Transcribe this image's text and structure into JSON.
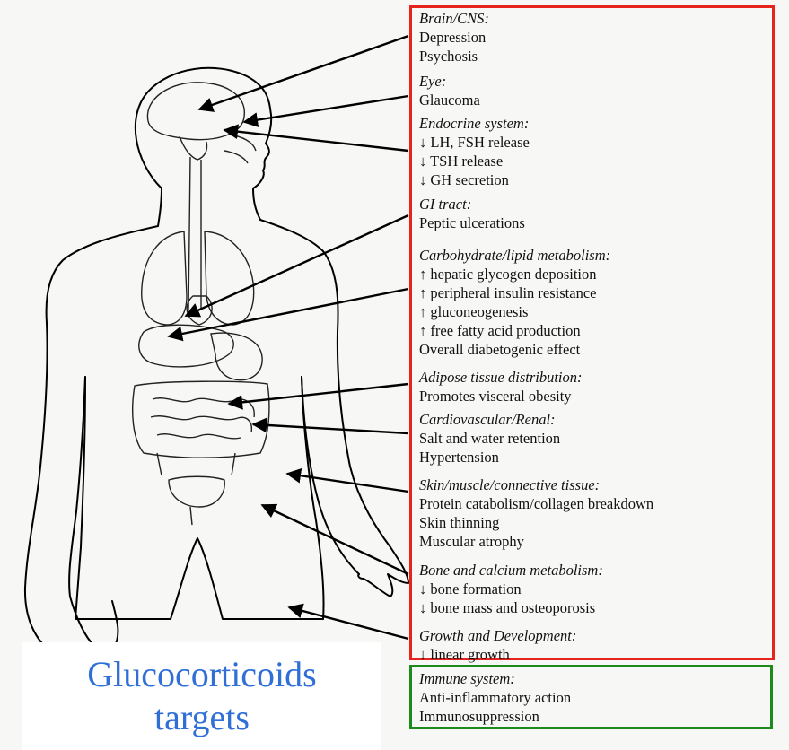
{
  "title": {
    "line1": "Glucocorticoids",
    "line2": "targets"
  },
  "colors": {
    "red_box": "#e8231e",
    "green_box": "#1c8a1c",
    "title": "#2f6fd6"
  },
  "sections": [
    {
      "id": "brain",
      "heading": "Brain/CNS:",
      "items": [
        "Depression",
        "Psychosis"
      ]
    },
    {
      "id": "eye",
      "heading": "Eye:",
      "items": [
        "Glaucoma"
      ]
    },
    {
      "id": "endocrine",
      "heading": "Endocrine system:",
      "items": [
        "↓ LH, FSH release",
        "↓ TSH release",
        "↓ GH secretion"
      ]
    },
    {
      "id": "gi",
      "heading": "GI tract:",
      "items": [
        "Peptic ulcerations"
      ]
    },
    {
      "id": "carb",
      "heading": "Carbohydrate/lipid metabolism:",
      "items": [
        "↑ hepatic glycogen deposition",
        "↑ peripheral insulin resistance",
        "↑ gluconeogenesis",
        "↑ free fatty acid production",
        "Overall diabetogenic effect"
      ]
    },
    {
      "id": "adipose",
      "heading": "Adipose tissue distribution:",
      "items": [
        "Promotes visceral obesity"
      ]
    },
    {
      "id": "cardio",
      "heading": "Cardiovascular/Renal:",
      "items": [
        "Salt and water retention",
        "Hypertension"
      ]
    },
    {
      "id": "skin",
      "heading": "Skin/muscle/connective tissue:",
      "items": [
        "Protein catabolism/collagen breakdown",
        "Skin thinning",
        "Muscular atrophy"
      ]
    },
    {
      "id": "bone",
      "heading": "Bone and calcium metabolism:",
      "items": [
        "↓ bone formation",
        "↓ bone mass and osteoporosis"
      ]
    },
    {
      "id": "growth",
      "heading": "Growth and Development:",
      "items": [
        "↓ linear growth"
      ]
    },
    {
      "id": "immune",
      "heading": "Immune system:",
      "items": [
        "Anti-inflammatory action",
        "Immunosuppression"
      ]
    }
  ]
}
